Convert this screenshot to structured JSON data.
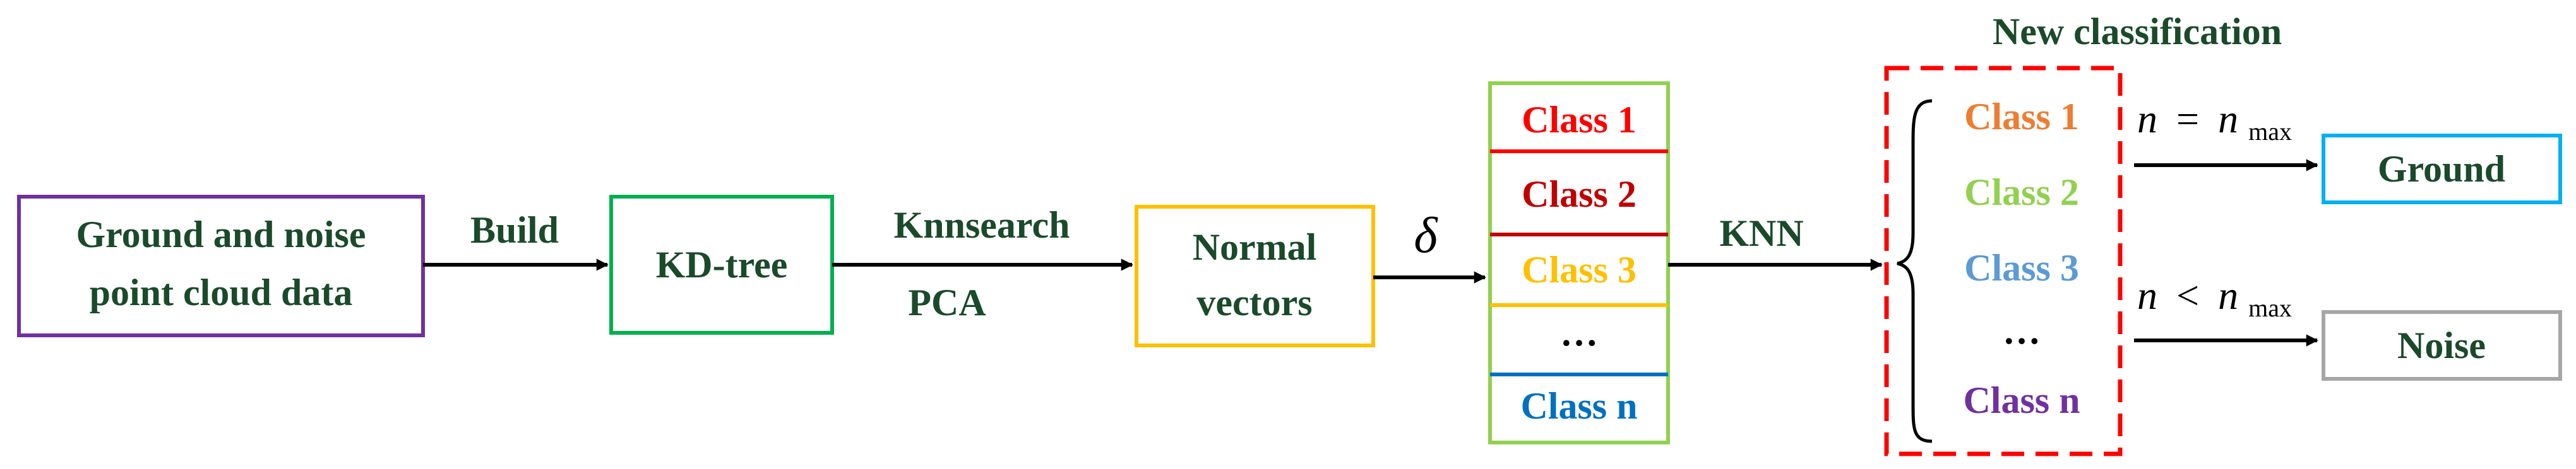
{
  "diagram": {
    "title": "New classification",
    "box_input": {
      "line1": "Ground and noise",
      "line2": "point cloud data"
    },
    "edge_build": "Build",
    "box_kdtree": "KD-tree",
    "edge_knnsearch": "Knnsearch",
    "edge_pca": "PCA",
    "box_normals": {
      "line1": "Normal",
      "line2": "vectors"
    },
    "edge_delta": "δ",
    "classes": [
      "Class 1",
      "Class 2",
      "Class 3",
      "…",
      "Class n"
    ],
    "edge_knn": "KNN",
    "new_classes": [
      "Class 1",
      "Class 2",
      "Class 3",
      "…",
      "Class n"
    ],
    "cond_ground": {
      "lhs": "n",
      "op": "=",
      "rhs": "n",
      "sub": "max"
    },
    "cond_noise": {
      "lhs": "n",
      "op": "<",
      "rhs": "n",
      "sub": "max"
    },
    "out_ground": "Ground",
    "out_noise": "Noise",
    "colors": {
      "label_green": "#1a4a2a",
      "box_input": "#7030a0",
      "box_kdtree": "#00b050",
      "box_normals": "#ffc000",
      "box_classes": "#92d050",
      "dashed_box": "#ff0000",
      "out_ground": "#00b0f0",
      "out_noise": "#a6a6a6",
      "class1": "#ff0000",
      "class2": "#c00000",
      "class3": "#ffc000",
      "classn": "#0070c0",
      "new1": "#ed7d31",
      "new2": "#92d050",
      "new3": "#5b9bd5",
      "newn": "#7030a0"
    }
  }
}
